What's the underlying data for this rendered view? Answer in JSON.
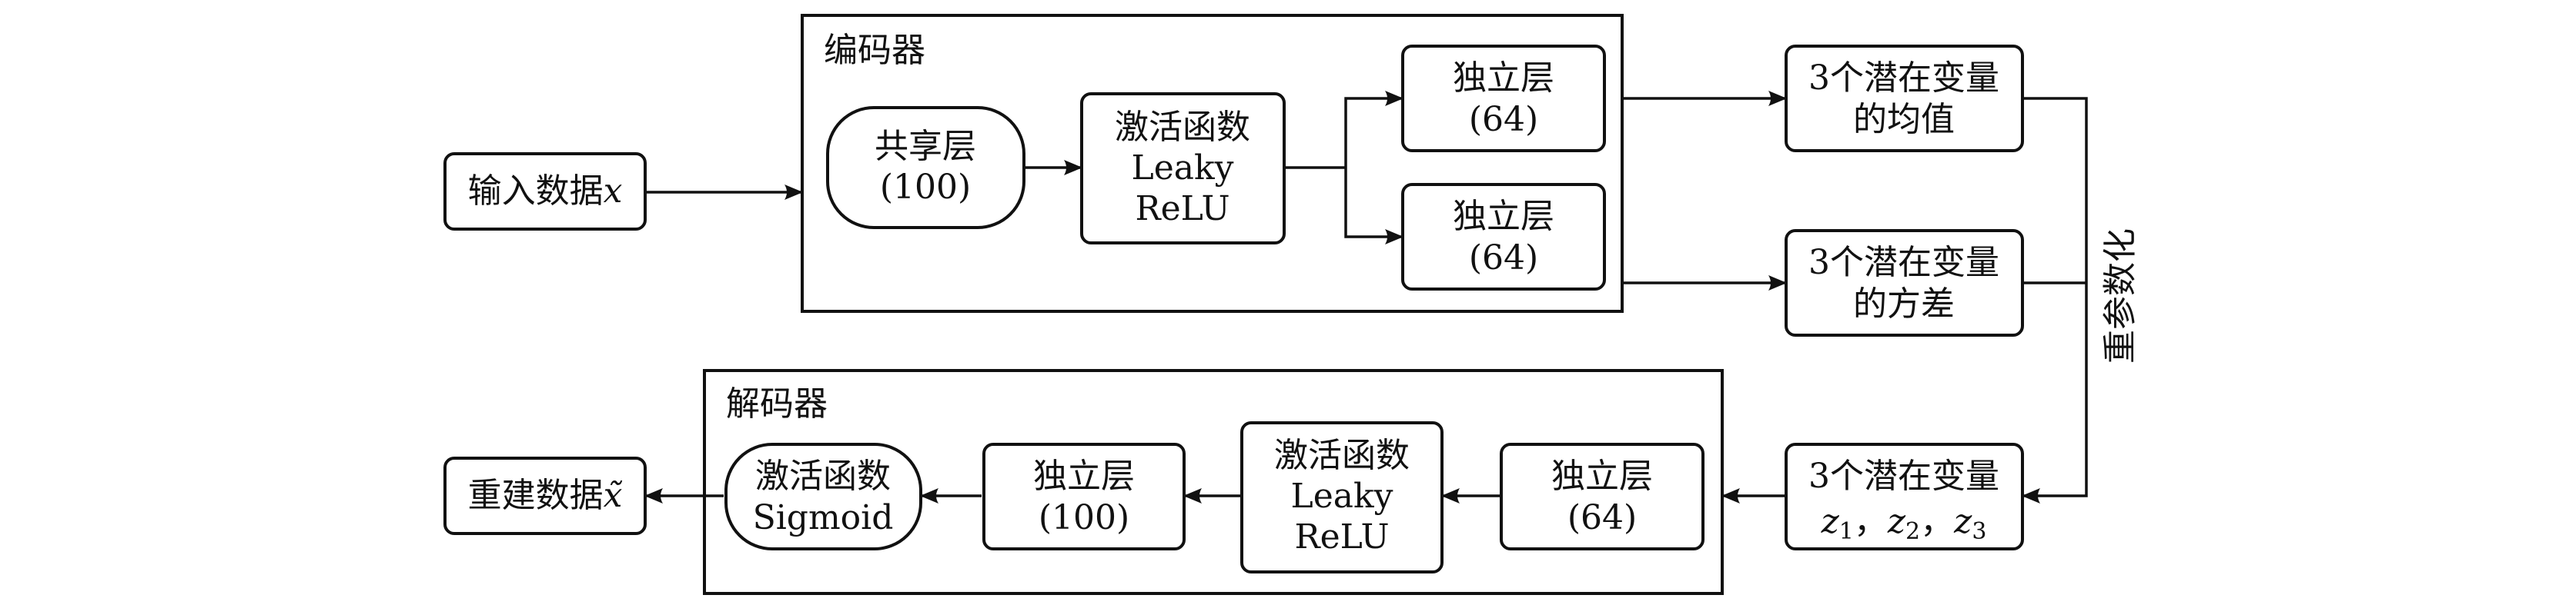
{
  "groups": {
    "encoder": {
      "label": "编码器"
    },
    "decoder": {
      "label": "解码器"
    }
  },
  "nodes": {
    "input": {
      "lines": [
        "输入数据"
      ],
      "var": "x"
    },
    "shared": {
      "lines": [
        "共享层",
        "(100)"
      ]
    },
    "enc_act": {
      "lines": [
        "激活函数",
        "Leaky",
        "ReLU"
      ]
    },
    "enc_ind1": {
      "lines": [
        "独立层",
        "(64)"
      ]
    },
    "enc_ind2": {
      "lines": [
        "独立层",
        "(64)"
      ]
    },
    "mean": {
      "lines": [
        "3个潜在变量",
        "的均值"
      ]
    },
    "variance": {
      "lines": [
        "3个潜在变量",
        "的方差"
      ]
    },
    "latent": {
      "lines": [
        "3个潜在变量"
      ],
      "vars": [
        "z",
        "1",
        "z",
        "2",
        "z",
        "3"
      ],
      "sep": "，"
    },
    "dec_ind64": {
      "lines": [
        "独立层",
        "(64)"
      ]
    },
    "dec_act": {
      "lines": [
        "激活函数",
        "Leaky",
        "ReLU"
      ]
    },
    "dec_ind100": {
      "lines": [
        "独立层",
        "(100)"
      ]
    },
    "sigmoid": {
      "lines": [
        "激活函数",
        "Sigmoid"
      ]
    },
    "output": {
      "lines": [
        "重建数据"
      ],
      "var": "x̃"
    }
  },
  "edge_labels": {
    "reparam": "重参数化"
  }
}
